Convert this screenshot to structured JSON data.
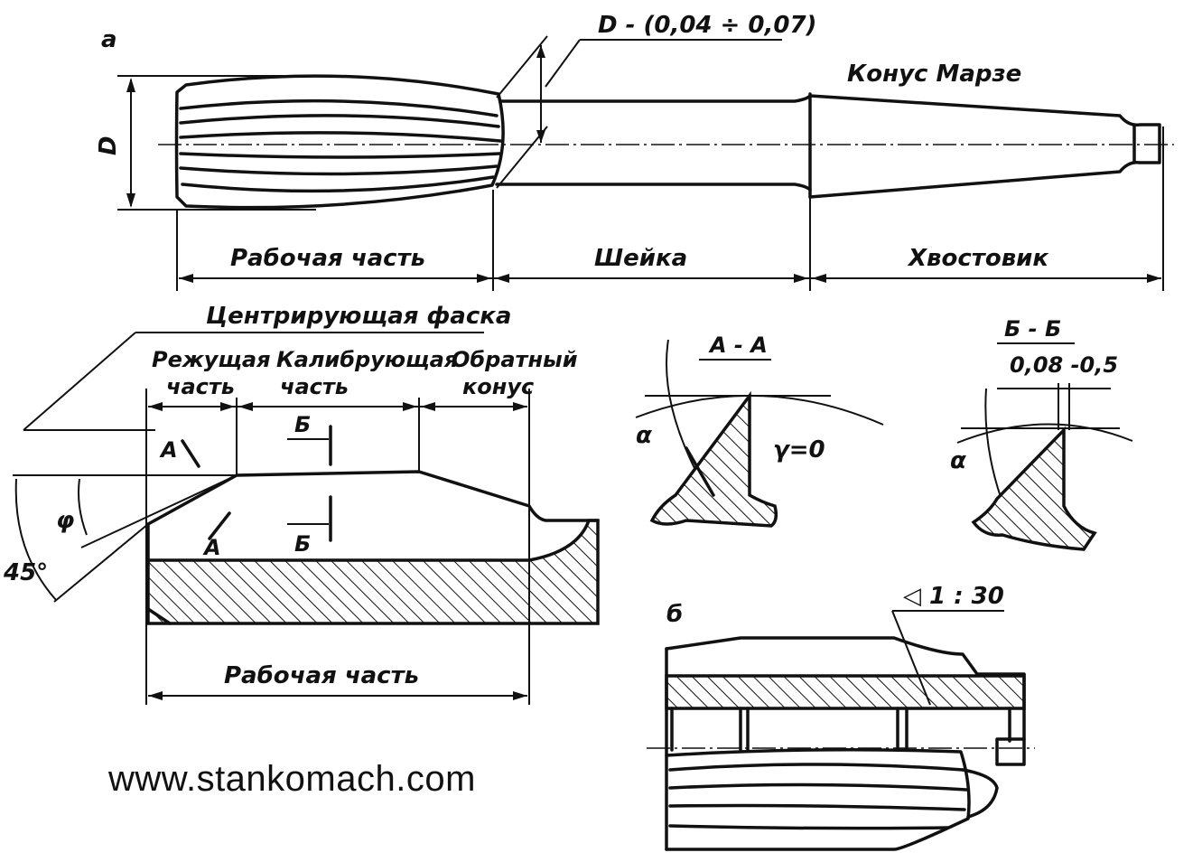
{
  "view_a": {
    "label": "а",
    "diameter_label": "D",
    "tolerance_label": "D - (0,04 ÷ 0,07)",
    "taper_label": "Конус Марзе",
    "sections": [
      "Рабочая часть",
      "Шейка",
      "Хвостовик"
    ]
  },
  "detail": {
    "chamfer_label": "Центрирующая фаска",
    "cutting_label_1": "Режущая",
    "cutting_label_2": "часть",
    "calibrating_label_1": "Калибрующая",
    "calibrating_label_2": "часть",
    "reverse_label_1": "Обратный",
    "reverse_label_2": "конус",
    "section_a_mark": "А",
    "section_b_mark": "Б",
    "angle_phi": "φ",
    "angle_45": "45°",
    "working_part_label": "Рабочая часть"
  },
  "section_aa": {
    "title": "А - А",
    "alpha": "α",
    "gamma": "γ=0"
  },
  "section_bb": {
    "title": "Б - Б",
    "dimension": "0,08 -0,5",
    "alpha": "α"
  },
  "view_b": {
    "label": "б",
    "taper_ratio": "◁ 1 : 30"
  },
  "watermark": "www.stankomach.com"
}
